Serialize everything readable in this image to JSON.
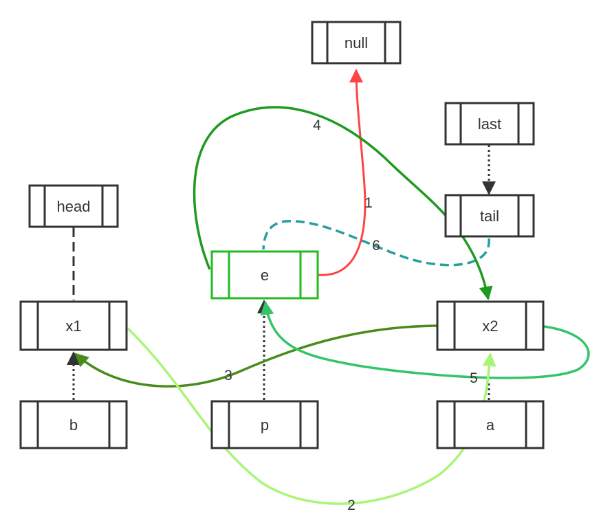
{
  "nodes": {
    "null": {
      "label": "null"
    },
    "last": {
      "label": "last"
    },
    "tail": {
      "label": "tail"
    },
    "head": {
      "label": "head"
    },
    "e": {
      "label": "e"
    },
    "x1": {
      "label": "x1"
    },
    "x2": {
      "label": "x2"
    },
    "b": {
      "label": "b"
    },
    "p": {
      "label": "p"
    },
    "a": {
      "label": "a"
    }
  },
  "edge_labels": {
    "step1": "1",
    "step2": "2",
    "step3": "3",
    "step4": "4",
    "step5": "5",
    "step6": "6"
  },
  "colors": {
    "node_border": "#333333",
    "node_highlight_border": "#22bb22",
    "step1": "#ff4444",
    "step2": "#aaf577",
    "step3": "#4a8c1c",
    "step4": "#1e9a1e",
    "step5": "#35c46a",
    "step6": "#2a9d9d",
    "pointer": "#333333"
  }
}
